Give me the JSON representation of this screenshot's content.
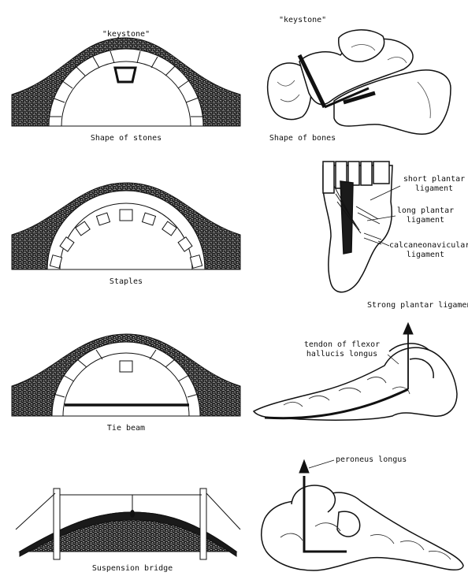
{
  "panels": [
    {
      "bridge": {
        "keystone": "\"keystone\"",
        "caption": "Shape of stones"
      },
      "foot": {
        "keystone": "\"keystone\"",
        "caption": "Shape of bones"
      }
    },
    {
      "bridge": {
        "caption": "Staples"
      },
      "foot": {
        "labels": [
          "short plantar",
          "ligament",
          "long plantar",
          "ligament",
          "calcaneonavicular",
          "ligament"
        ],
        "caption": "Strong plantar ligamen"
      }
    },
    {
      "bridge": {
        "caption": "Tie beam"
      },
      "foot": {
        "labels": [
          "tendon of flexor",
          "hallucis longus"
        ]
      }
    },
    {
      "bridge": {
        "caption": "Suspension bridge"
      },
      "foot": {
        "labels": [
          "peroneus longus"
        ]
      }
    }
  ],
  "colors": {
    "ink": "#111111",
    "stone_fill": "#2e2e2e",
    "paper": "#ffffff"
  }
}
